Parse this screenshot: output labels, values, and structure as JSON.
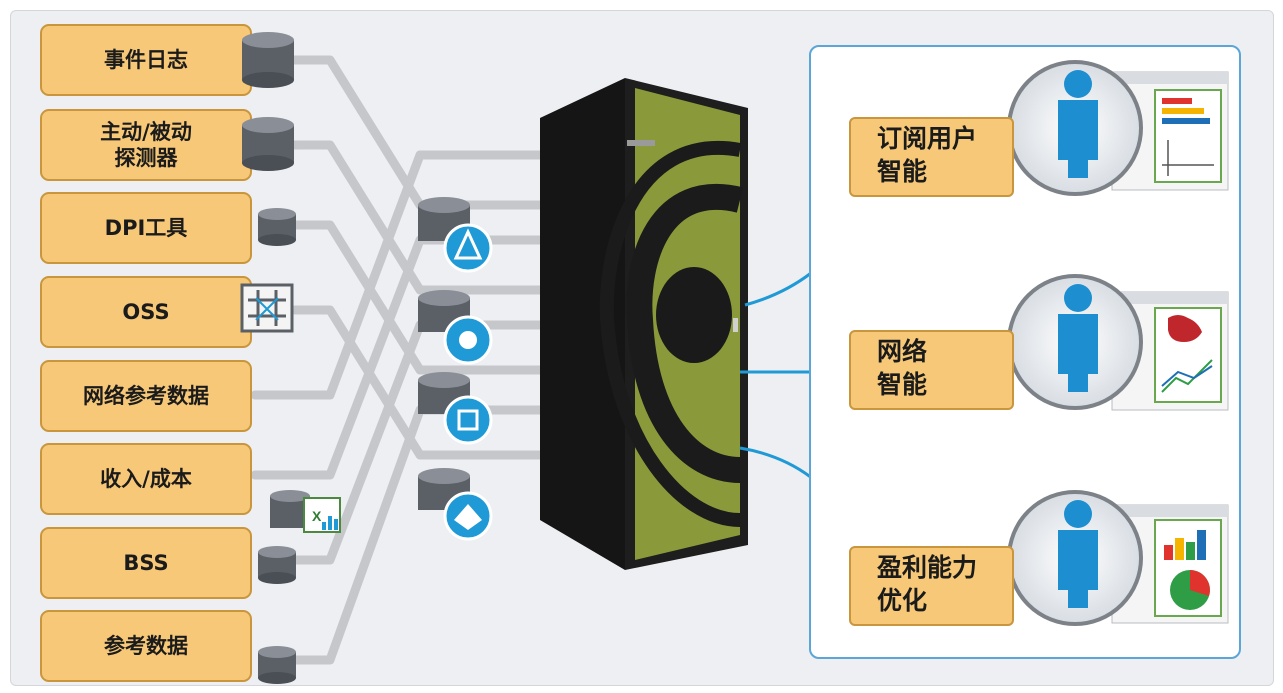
{
  "sources": {
    "event_log": "事件日志",
    "probes": "主动/被动\n探测器",
    "dpi": "DPI工具",
    "oss": "OSS",
    "network_ref": "网络参考数据",
    "revenue_cost": "收入/成本",
    "bss": "BSS",
    "ref_data": "参考数据"
  },
  "outputs": {
    "subscriber": "订阅用户\n智能",
    "network": "网络\n智能",
    "profit": "盈利能力\n优化"
  },
  "icons": [
    "database-icon",
    "probe-database-icon",
    "small-database-icon",
    "network-grid-icon",
    "spreadsheet-icon",
    "analytics-badge-icons",
    "server-rack",
    "person-icons",
    "report-window-icons"
  ],
  "colors": {
    "box_fill": "#f6c878",
    "box_border": "#c9963e",
    "arrow": "#1f9ad6",
    "line": "#c5c7cb",
    "rack_accent": "#8a9a3a"
  }
}
